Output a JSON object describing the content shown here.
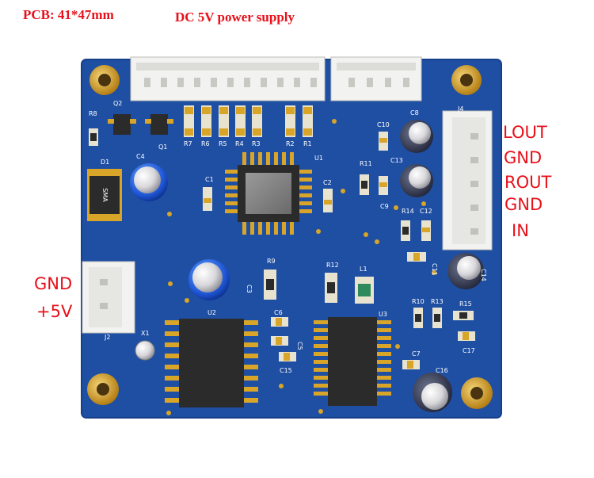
{
  "header": {
    "pcb_size": "PCB: 41*47mm",
    "power": "DC 5V power supply"
  },
  "right_connector_labels": [
    "LOUT",
    "GND",
    "ROUT",
    "GND",
    "IN"
  ],
  "left_connector_labels": [
    "GND",
    "+5V"
  ],
  "silkscreen": {
    "q2": "Q2",
    "q1": "Q1",
    "r8": "R8",
    "d1": "D1",
    "d1_body": "SMA",
    "c4": "C4",
    "r7": "R7",
    "r6": "R6",
    "r5": "R5",
    "r4": "R4",
    "r3": "R3",
    "r2": "R2",
    "r1": "R1",
    "u1": "U1",
    "c1": "C1",
    "c2": "C2",
    "c10": "C10",
    "c8": "C8",
    "j4": "J4",
    "r11": "R11",
    "c13": "C13",
    "c9": "C9",
    "r14": "R14",
    "c12": "C12",
    "c11": "C11",
    "r9": "R9",
    "r12": "R12",
    "l1": "L1",
    "c3": "C3",
    "u2": "U2",
    "u3": "U3",
    "c6": "C6",
    "c5": "C5",
    "c15": "C15",
    "r10": "R10",
    "r13": "R13",
    "r15": "R15",
    "c17": "C17",
    "c7": "C7",
    "c16": "C16",
    "c14": "C14",
    "x1": "X1",
    "j2": "J2"
  },
  "colors": {
    "pcb": "#1f4fa3",
    "label_red": "#e8101a",
    "pad_gold": "#d9a528",
    "connector": "#f2f2f0",
    "chip": "#2b2b2b"
  }
}
